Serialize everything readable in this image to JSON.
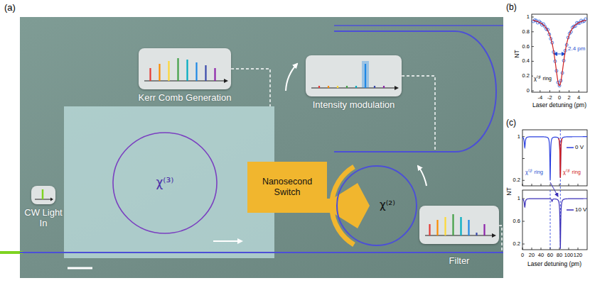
{
  "diagram": {
    "nodes": [
      {
        "text": [
          "CW Light In"
        ]
      },
      {
        "text": [
          "Kerr Comb Generation"
        ]
      },
      {
        "text": [
          "Intensity modulation"
        ]
      },
      {
        "text": [
          "Nanosecond Switch"
        ]
      },
      {
        "text": [
          "Filter"
        ]
      }
    ],
    "labels": [
      "(a)",
      "χ⁽³⁾",
      "χ⁽²⁾",
      "(b)",
      "NT",
      "0",
      "0.2",
      "0.4",
      "0.6",
      "0.8",
      "1",
      "-4",
      "-2",
      "0",
      "2",
      "4",
      "Laser detuning (pm)",
      "2.4 pm",
      "χ⁽³⁾ ring",
      "(c)",
      "NT",
      "1",
      "0.2",
      "1",
      "0.6",
      "0.2",
      "0",
      "20",
      "40",
      "60",
      "80",
      "100",
      "120",
      "Laser detuning (pm)",
      "χ⁽²⁾ ring",
      "χ⁽³⁾ ring"
    ],
    "legend": [
      {
        "text": "0 V"
      },
      {
        "text": "10 V"
      }
    ]
  }
}
